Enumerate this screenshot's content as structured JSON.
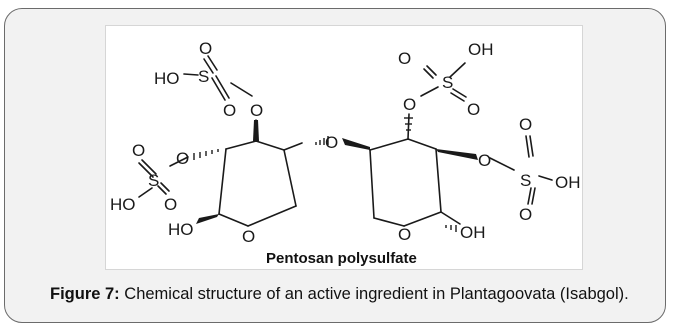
{
  "figure": {
    "structure_name": "Pentosan polysulfate",
    "caption_label": "Figure 7:",
    "caption_text": " Chemical structure of an active ingredient in Plantagoovata (Isabgol)."
  },
  "atoms": {
    "o": "O",
    "s": "S",
    "ho": "HO",
    "oh": "OH"
  }
}
